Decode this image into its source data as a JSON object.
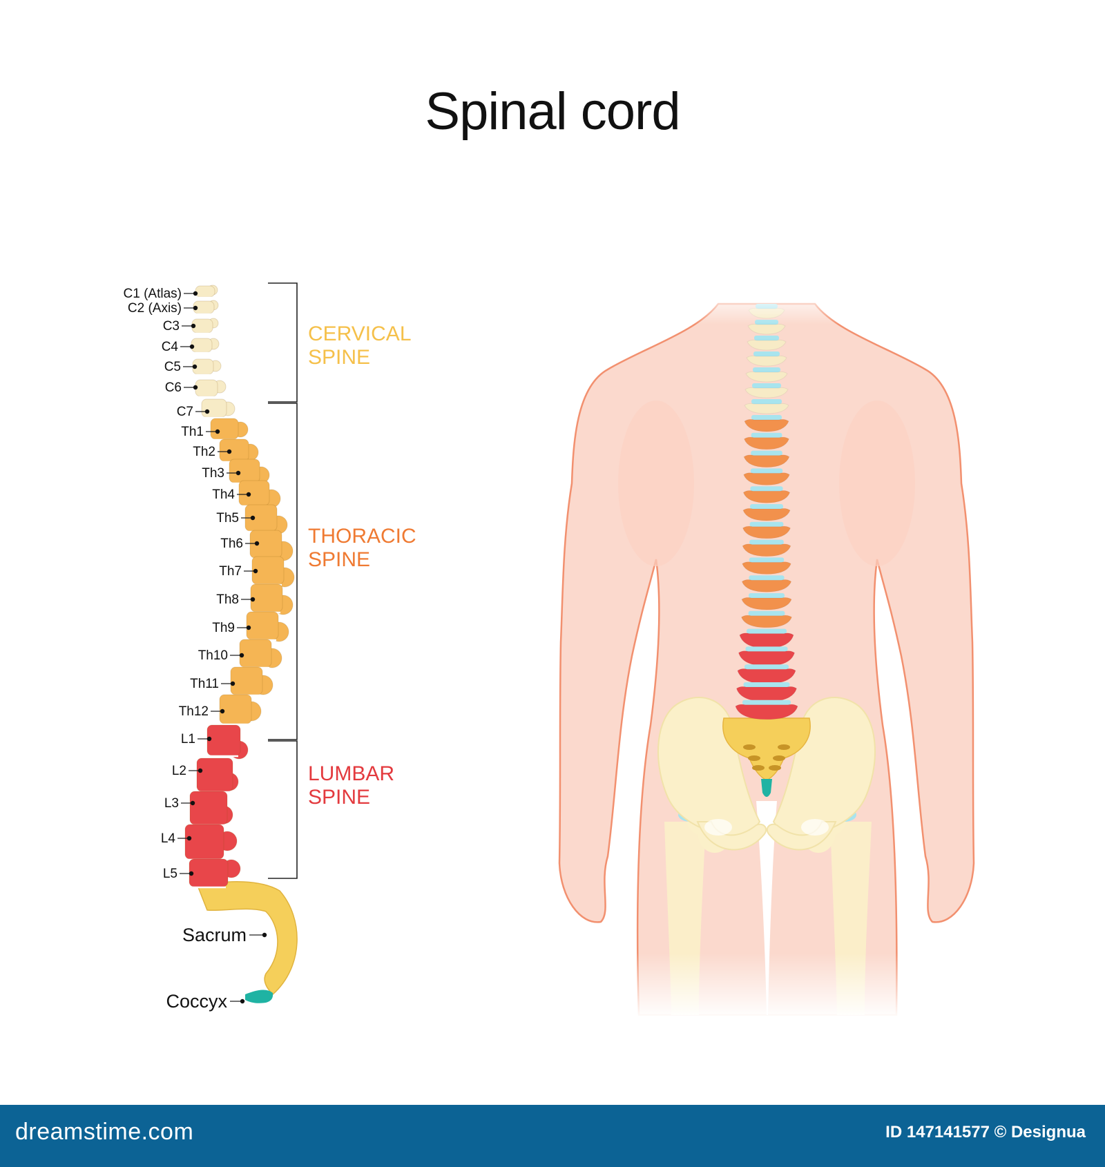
{
  "title": "Spinal cord",
  "regions": {
    "cervical": [
      "CERVICAL",
      "SPINE"
    ],
    "thoracic": [
      "THORACIC",
      "SPINE"
    ],
    "lumbar": [
      "LUMBAR",
      "SPINE"
    ]
  },
  "vertebrae": {
    "cervical": [
      "C1 (Atlas)",
      "C2 (Axis)",
      "C3",
      "C4",
      "C5",
      "C6",
      "C7"
    ],
    "thoracic": [
      "Th1",
      "Th2",
      "Th3",
      "Th4",
      "Th5",
      "Th6",
      "Th7",
      "Th8",
      "Th9",
      "Th10",
      "Th11",
      "Th12"
    ],
    "lumbar": [
      "L1",
      "L2",
      "L3",
      "L4",
      "L5"
    ]
  },
  "sacrum_label": "Sacrum",
  "coccyx_label": "Coccyx",
  "colors": {
    "cervical": "#f7ebc6",
    "thoracic": "#f5b554",
    "lumbar": "#e8464a",
    "sacrum": "#f5cf5a",
    "coccyx": "#1fb3a3",
    "cervical_text": "#f5c04a",
    "thoracic_text": "#ef7a32",
    "lumbar_text": "#e33a3e",
    "disc": "#a8e4ee",
    "skin": "#fbd9cd",
    "skin_outline": "#f2906f",
    "bone": "#fbf0c9",
    "footer_bg": "#0c6395"
  },
  "footer": {
    "brand": "dreamstime.com",
    "id_text": "ID 147141577 © Designua"
  }
}
